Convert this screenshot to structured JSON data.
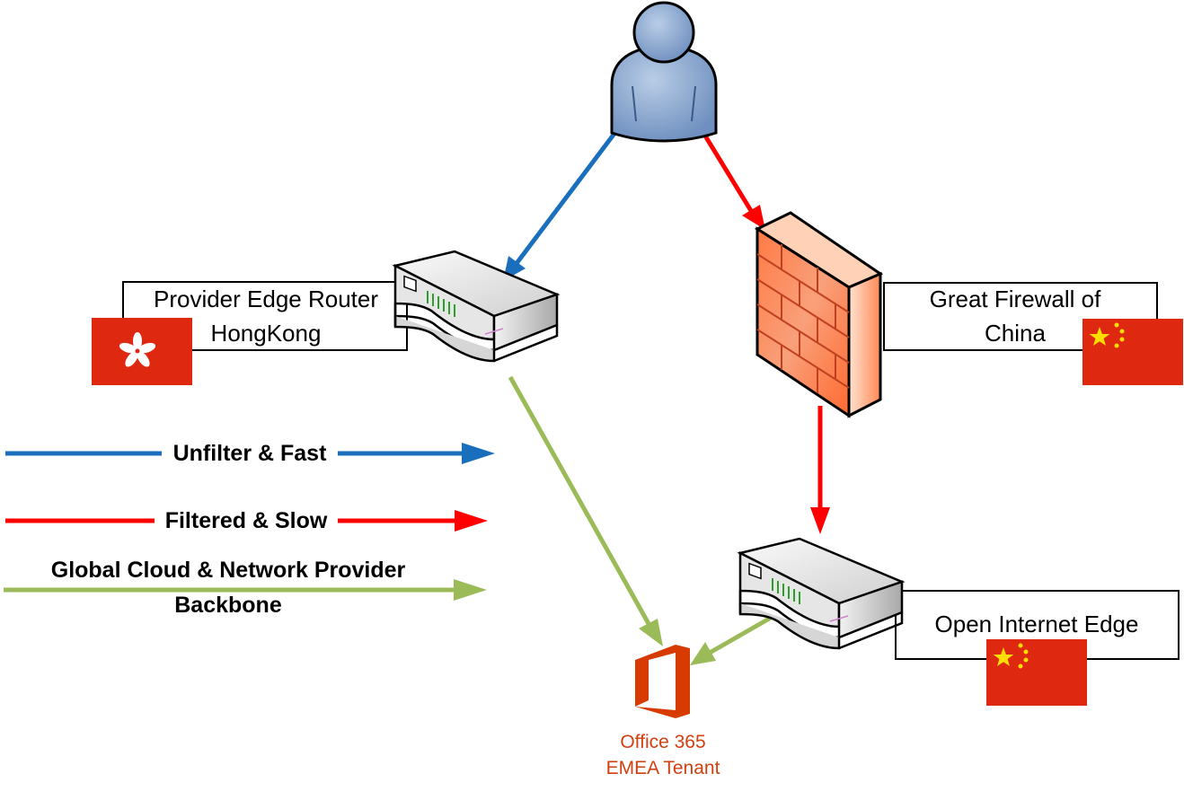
{
  "colors": {
    "fast": "#1a6fbd",
    "slow": "#ff0000",
    "backbone": "#9bbb59",
    "flag_red": "#de2910",
    "office": "#d83b01",
    "star": "#ffde00"
  },
  "nodes": {
    "user": {
      "icon": "user-icon"
    },
    "pe_router": {
      "label_line1": "Provider Edge Router",
      "label_line2": "HongKong",
      "flag": "hong-kong-flag"
    },
    "firewall": {
      "label_line1": "Great Firewall of",
      "label_line2": "China",
      "flag": "china-flag"
    },
    "internet_edge": {
      "label": "Open Internet Edge",
      "flag": "china-flag"
    },
    "office365": {
      "label_line1": "Office 365",
      "label_line2": "EMEA Tenant",
      "icon": "office-icon"
    }
  },
  "legend": {
    "fast": "Unfilter & Fast",
    "slow": "Filtered & Slow",
    "backbone_line1": "Global Cloud & Network Provider",
    "backbone_line2": "Backbone"
  }
}
